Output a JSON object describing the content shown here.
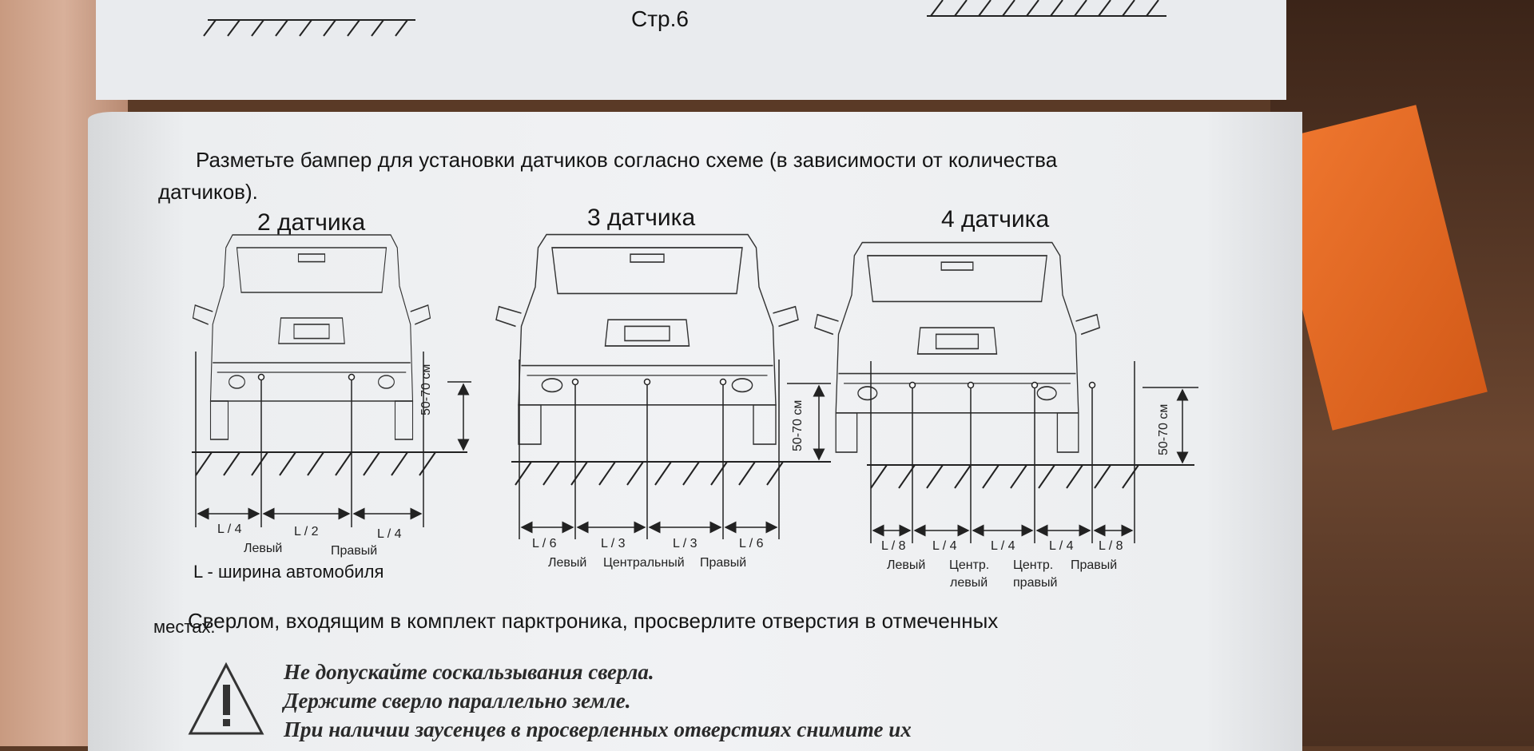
{
  "page_number": "Стр.6",
  "instruction": {
    "line1": "Разметьте бампер для установки датчиков согласно схеме (в зависимости от количества",
    "line2": "датчиков)."
  },
  "diagrams": {
    "d2": {
      "title": "2 датчика",
      "height": "50-70 см",
      "dims": [
        "L / 4",
        "L / 2",
        "L / 4"
      ],
      "labels": [
        "Левый",
        "Правый"
      ],
      "note": "L - ширина автомобиля"
    },
    "d3": {
      "title": "3 датчика",
      "height": "50-70 см",
      "dims": [
        "L / 6",
        "L / 3",
        "L / 3",
        "L / 6"
      ],
      "labels": [
        "Левый",
        "Центральный",
        "Правый"
      ]
    },
    "d4": {
      "title": "4 датчика",
      "height": "50-70 см",
      "dims": [
        "L / 8",
        "L / 4",
        "L / 4",
        "L / 4",
        "L / 8"
      ],
      "labels": [
        "Левый",
        "Центр.",
        "левый",
        "Центр.",
        "правый",
        "Правый"
      ]
    }
  },
  "drill": {
    "line1": "Сверлом, входящим в комплект парктроника, просверлите отверстия в отмеченных",
    "line2": "местах."
  },
  "warning": {
    "line1": "Не допускайте соскальзывания сверла.",
    "line2": "Держите сверло параллельно земле.",
    "line3": "При наличии заусенцев в просверленных отверстиях снимите их"
  }
}
